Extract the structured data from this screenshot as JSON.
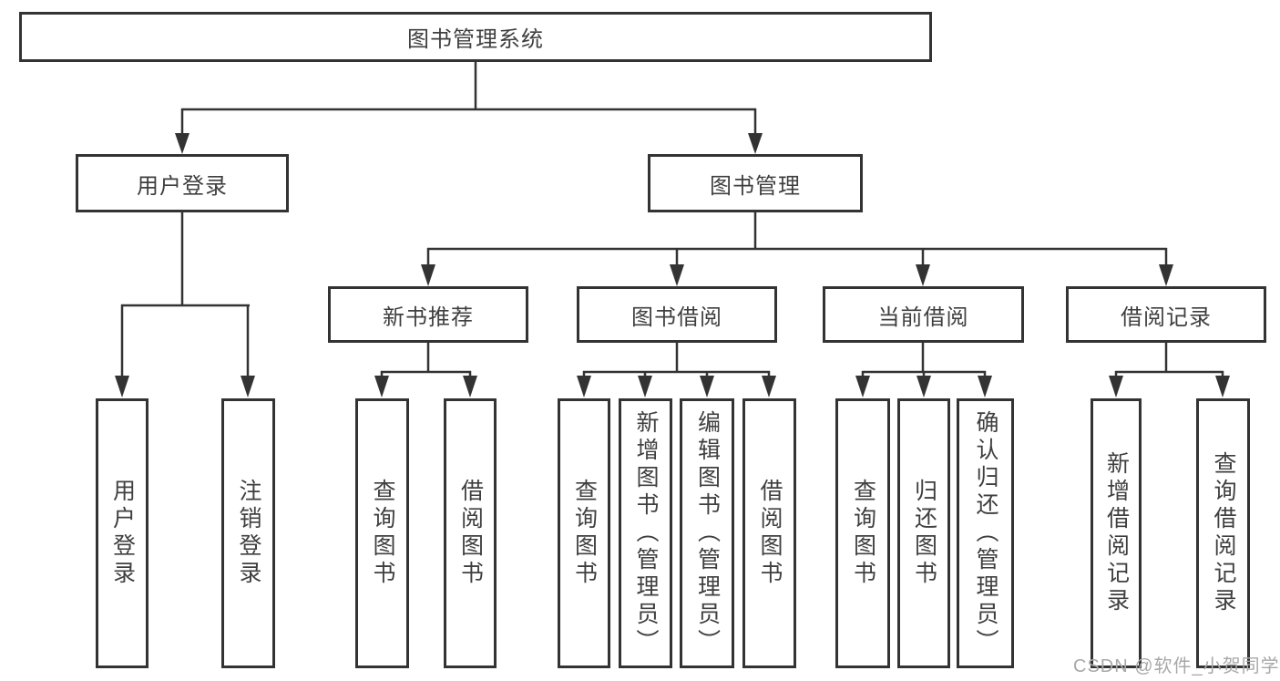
{
  "tree": {
    "root": {
      "label": "图书管理系统"
    },
    "branches": [
      {
        "label": "用户登录",
        "children": [
          {
            "label": "用户登录"
          },
          {
            "label": "注销登录"
          }
        ]
      },
      {
        "label": "图书管理",
        "children": [
          {
            "label": "新书推荐",
            "children": [
              {
                "label": "查询图书"
              },
              {
                "label": "借阅图书"
              }
            ]
          },
          {
            "label": "图书借阅",
            "children": [
              {
                "label": "查询图书"
              },
              {
                "label": "新增图书（管理员）"
              },
              {
                "label": "编辑图书（管理员）"
              },
              {
                "label": "借阅图书"
              }
            ]
          },
          {
            "label": "当前借阅",
            "children": [
              {
                "label": "查询图书"
              },
              {
                "label": "归还图书"
              },
              {
                "label": "确认归还（管理员）"
              }
            ]
          },
          {
            "label": "借阅记录",
            "children": [
              {
                "label": "新增借阅记录"
              },
              {
                "label": "查询借阅记录"
              }
            ]
          }
        ]
      }
    ]
  },
  "watermark": {
    "text": "CSDN @软件_小贺同学"
  },
  "colors": {
    "line": "#333333",
    "box_border": "#333333",
    "text": "#3f3f3f",
    "watermark": "#a8a8a8",
    "background": "#ffffff"
  }
}
